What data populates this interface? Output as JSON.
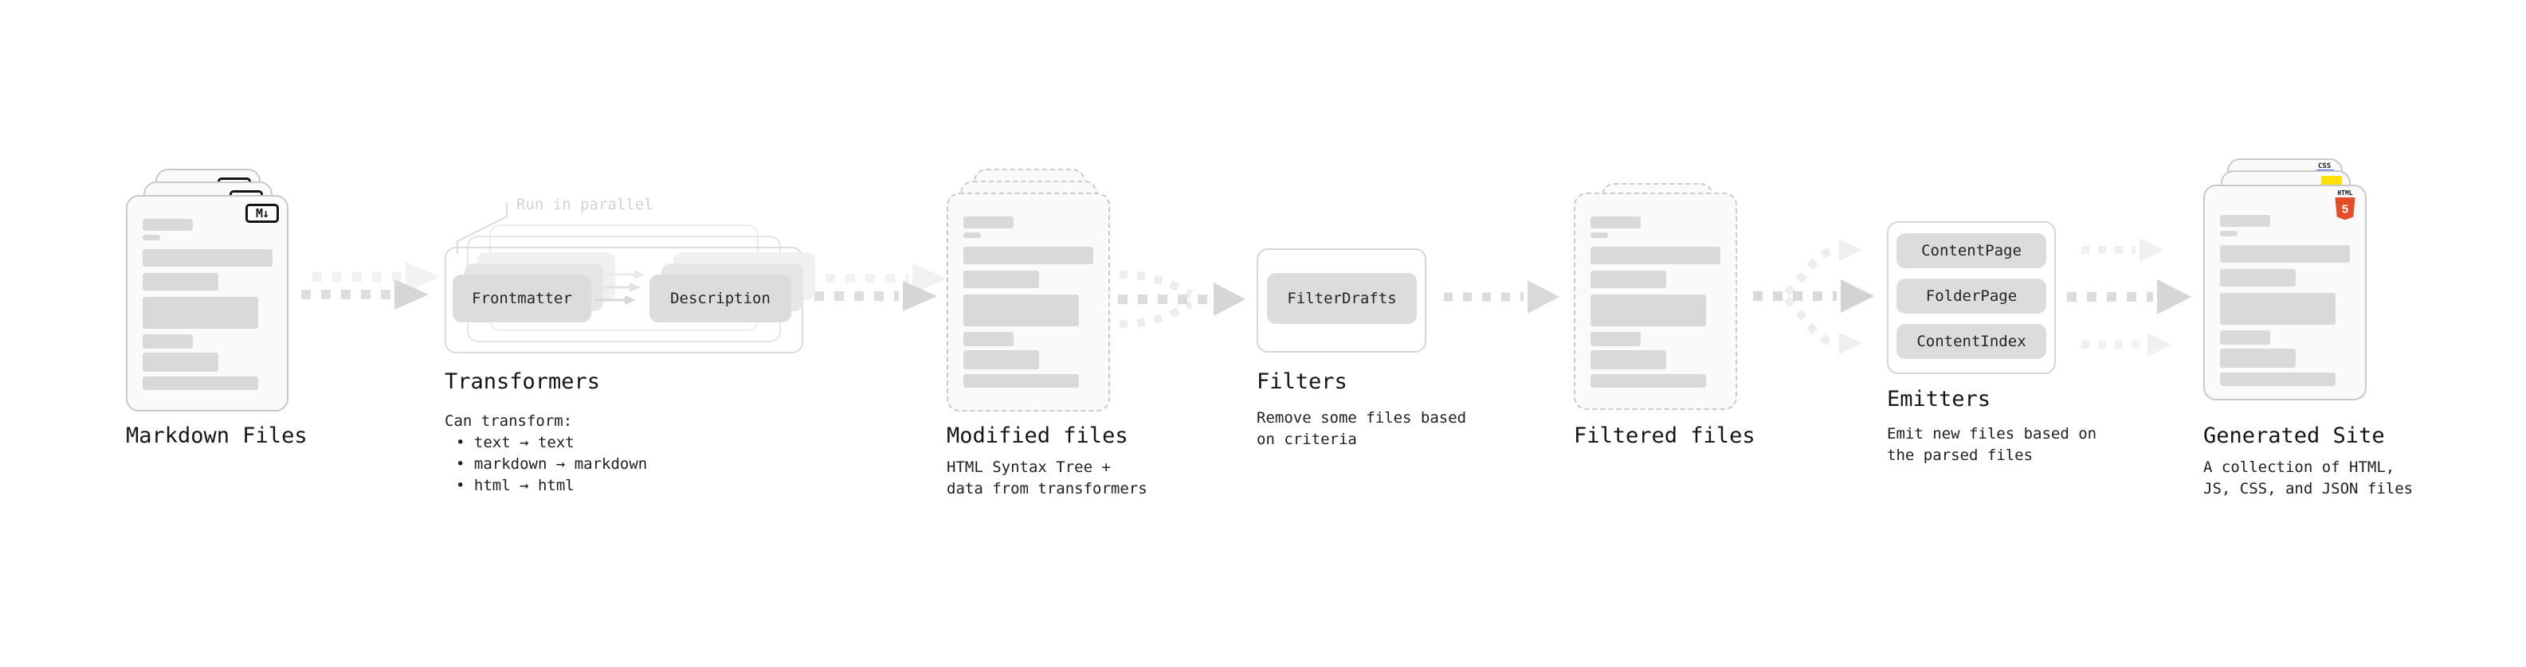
{
  "sections": {
    "markdown": {
      "label": "Markdown Files",
      "badge": "M↓"
    },
    "transformers": {
      "annotation": "Run in parallel",
      "chips": [
        "Frontmatter",
        "Description"
      ],
      "label": "Transformers",
      "desc_title": "Can transform:",
      "bullets": [
        "• text → text",
        "• markdown → markdown",
        "• html → html"
      ]
    },
    "modified": {
      "label": "Modified files",
      "desc": [
        "HTML Syntax Tree +",
        "data from transformers"
      ]
    },
    "filters": {
      "label": "Filters",
      "chip": "FilterDrafts",
      "desc": [
        "Remove some files based",
        "on criteria"
      ]
    },
    "filtered": {
      "label": "Filtered files"
    },
    "emitters": {
      "label": "Emitters",
      "chips": [
        "ContentPage",
        "FolderPage",
        "ContentIndex"
      ],
      "desc": [
        "Emit new files based on",
        "the parsed files"
      ]
    },
    "generated": {
      "label": "Generated Site",
      "desc": [
        "A collection of HTML,",
        "JS, CSS, and JSON files"
      ],
      "badges": {
        "css": "CSS",
        "html_top": "HTML",
        "html_num": "5"
      }
    }
  },
  "colors": {
    "html5_orange": "#e44d26",
    "js_yellow": "#ffdf00",
    "css_blue": "#2b64f6"
  }
}
